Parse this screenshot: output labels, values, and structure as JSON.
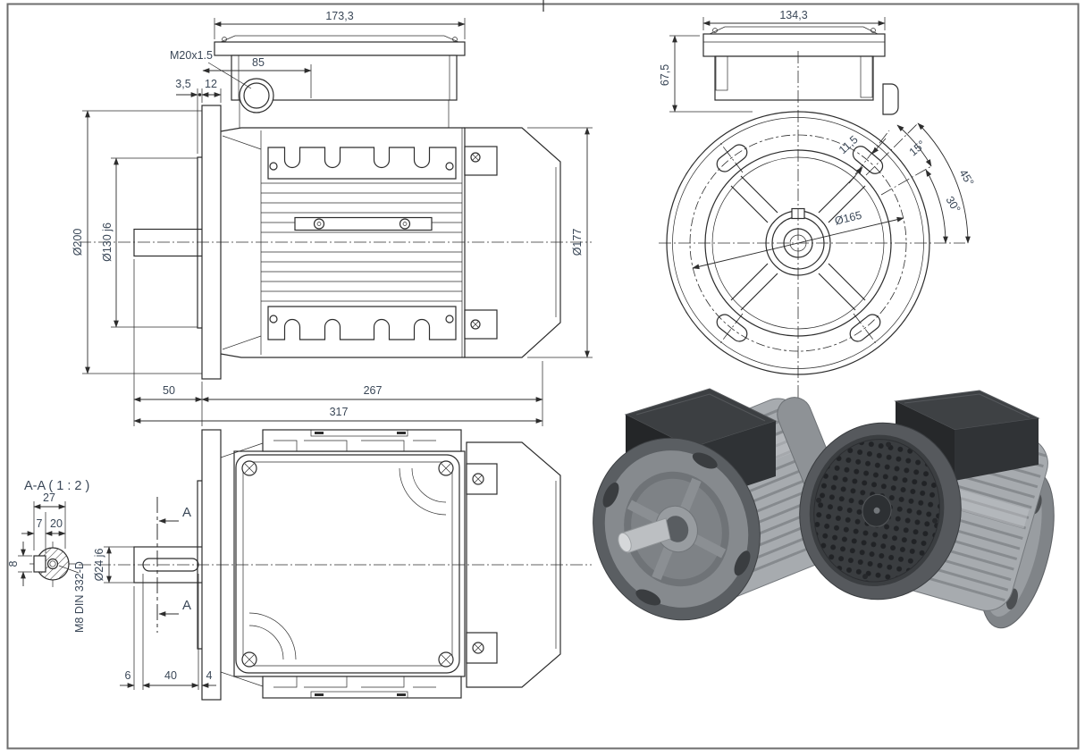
{
  "colors": {
    "line": "#2d2d2d",
    "text": "#3a4757",
    "frame": "#6e6e6e",
    "render_body": "#a7abaf",
    "render_dark": "#26282a",
    "render_flange": "#5a5e62"
  },
  "side_view": {
    "width_top": "173,3",
    "box_offset": "85",
    "gland_thread": "M20x1.5",
    "spigot_lip": "3,5",
    "flange_thickness": "12",
    "flange_diameter": "Ø200",
    "spigot_diameter": "Ø130 j6",
    "body_diameter": "Ø177",
    "shaft_length": "50",
    "body_length": "267",
    "total_length": "317"
  },
  "front_view": {
    "box_width": "134,3",
    "box_height": "67,5",
    "slot_width": "11,5",
    "angle_15": "15°",
    "angle_45": "45°",
    "angle_30": "30°",
    "bolt_circle": "Ø165"
  },
  "top_view": {
    "section_marker": "A",
    "shaft_diameter": "Ø24 j6",
    "key_start": "6",
    "key_length": "40",
    "key_end": "4"
  },
  "section_view": {
    "title": "A-A ( 1 : 2 )",
    "width": "27",
    "key_offset": "7",
    "hub_depth": "20",
    "key_width": "8",
    "center_tap": "M8 DIN 332-D"
  }
}
